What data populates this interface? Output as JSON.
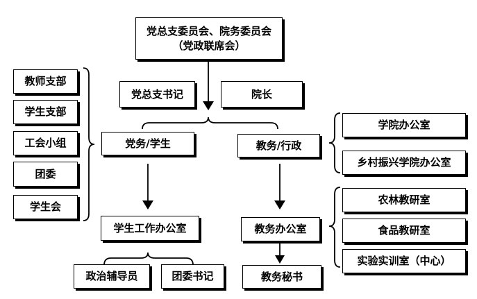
{
  "top": {
    "line1": "党总支委员会、院务委员会",
    "line2": "（党政联席会）"
  },
  "leaders": {
    "secretary": "党总支书记",
    "dean": "院长"
  },
  "branches": {
    "party": "党务/学生",
    "admin": "教务/行政"
  },
  "left_orgs": [
    "教师支部",
    "学生支部",
    "工会小组",
    "团委",
    "学生会"
  ],
  "right_offices": [
    "学院办公室",
    "乡村振兴学院办公室"
  ],
  "right_research": [
    "农林教研室",
    "食品教研室",
    "实验实训室（中心）"
  ],
  "student_office": "学生工作办公室",
  "academic_office": "教务办公室",
  "student_staff": [
    "政治辅导员",
    "团委书记"
  ],
  "academic_staff": [
    "教务秘书"
  ]
}
